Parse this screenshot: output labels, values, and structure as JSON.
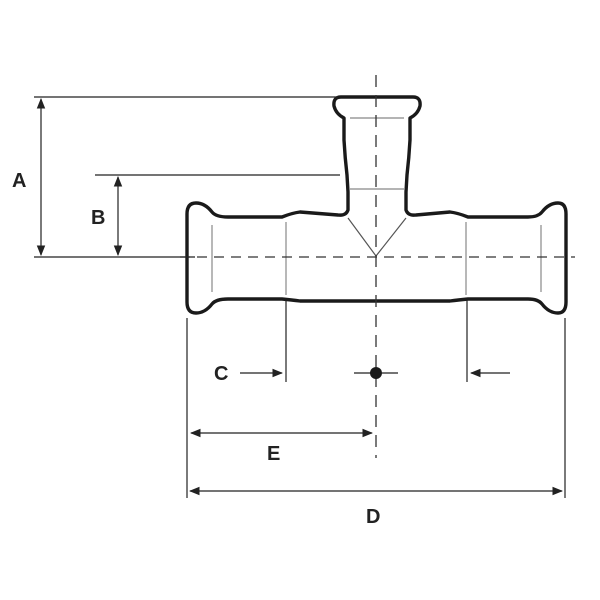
{
  "diagram": {
    "labels": {
      "a": "A",
      "b": "B",
      "c": "C",
      "d": "D",
      "e": "E"
    },
    "colors": {
      "outline": "#1a1a1a",
      "centerline": "#333333",
      "dimension": "#222222",
      "background": "#ffffff"
    }
  }
}
